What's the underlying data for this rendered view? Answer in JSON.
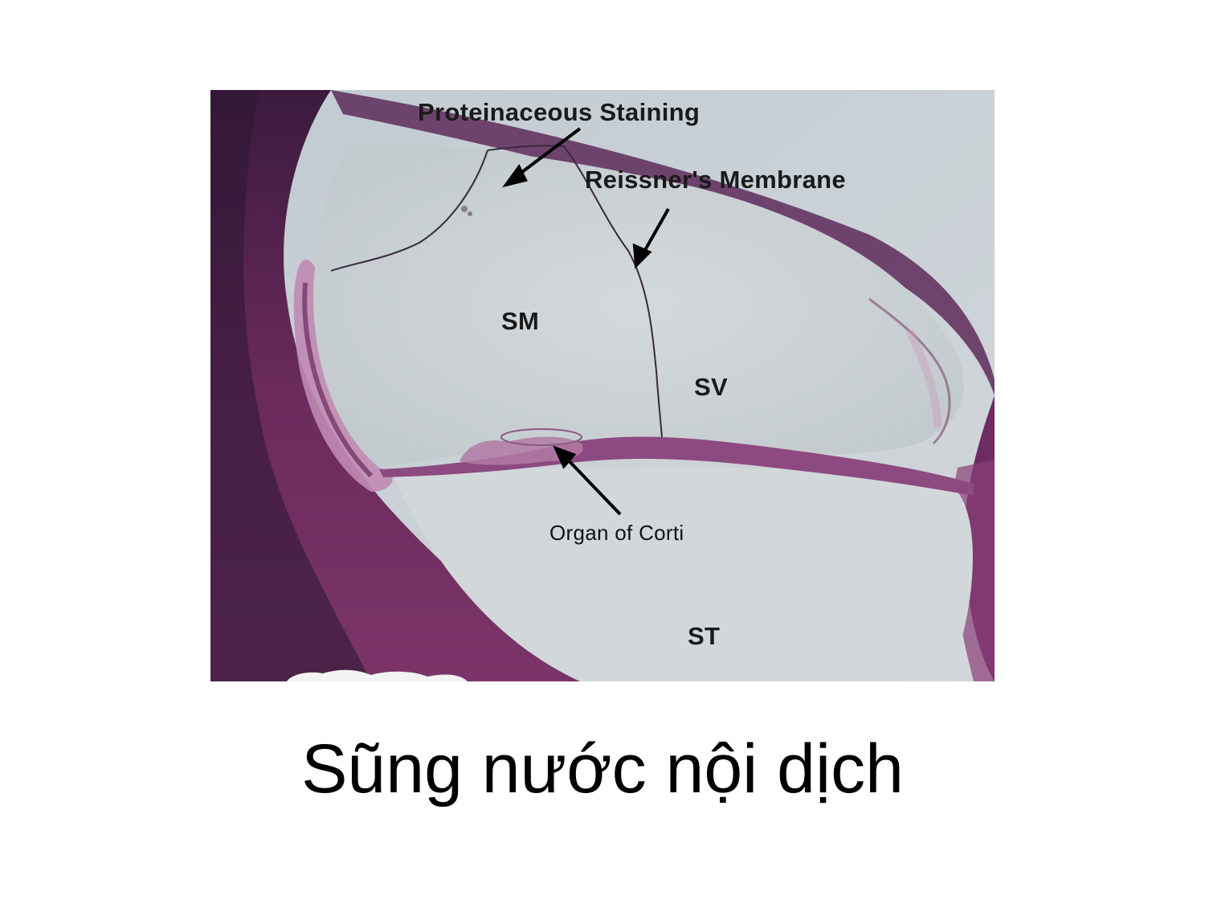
{
  "figure": {
    "labels": {
      "proteinaceous": "Proteinaceous  Staining",
      "reissner": "Reissner's Membrane",
      "sm": "SM",
      "sv": "SV",
      "organ_of_corti": "Organ of Corti",
      "st": "ST"
    },
    "colors": {
      "tissue_dark": "#5b1f52",
      "tissue_mid": "#8a3f78",
      "tissue_light": "#c7a6c0",
      "fluid": "#c9cfd3",
      "background": "#b9c4cc"
    }
  },
  "caption": {
    "text": "Sũng nước nội dịch"
  }
}
